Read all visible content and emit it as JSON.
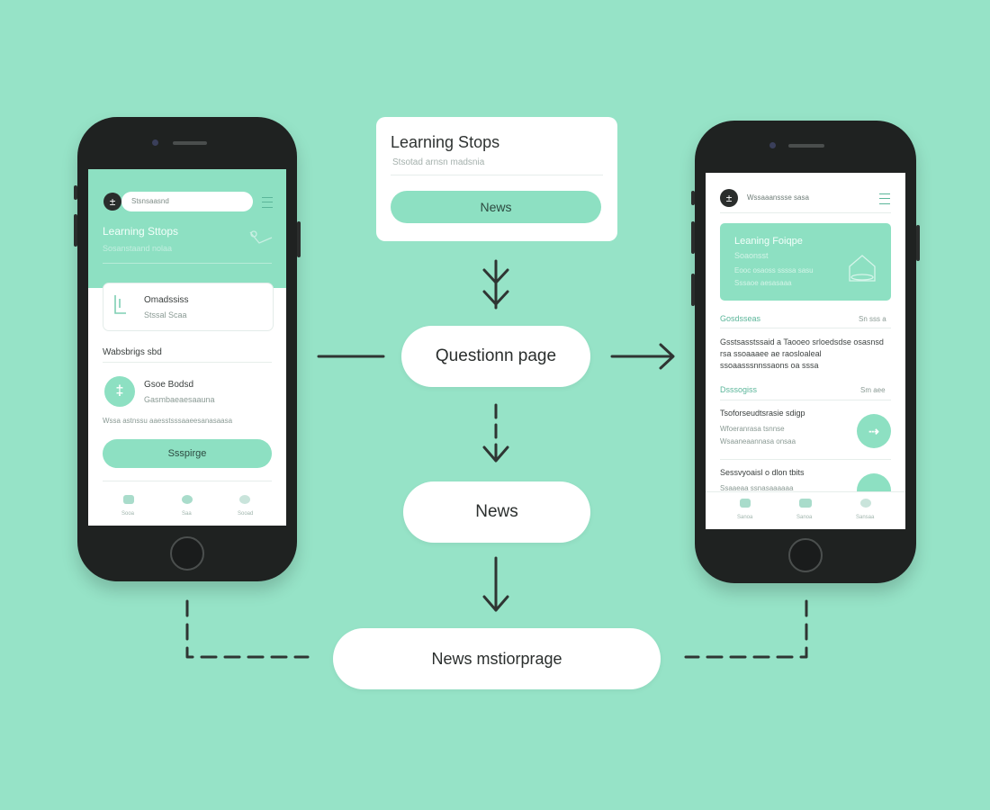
{
  "top_card": {
    "title": "Learning Stops",
    "subtitle": "Stsotad arnsn madsnia",
    "button": "News"
  },
  "flow": {
    "node_question": "Questionn page",
    "node_news": "News",
    "node_bottom": "News mstiorprage"
  },
  "left_phone": {
    "search_text": "Stsnsaasnd",
    "header_title": "Learning Sttops",
    "header_sub": "Sosanstaand nolaa",
    "card_title": "Omadssiss",
    "card_sub": "Stssal Scaa",
    "section_title": "Wabsbrigs sbd",
    "item_title": "Gsoe Bodsd",
    "item_sub": "Gasmbaeaesaauna",
    "item_note": "Wssa astnssu aaesstsssaaeesanasaasa",
    "button": "Ssspirge",
    "nav": [
      "Sooa",
      "Saa",
      "Sooad"
    ]
  },
  "right_phone": {
    "search_text": "Wssaaanssse sasa",
    "banner_title": "Leaning Foiqpe",
    "banner_sub": "Soaonsst",
    "banner_text": "Eooc osaoss ssssa sasu",
    "banner_text2": "Sssaoe aesasaaa",
    "section1_title": "Gosdsseas",
    "section1_right": "Sn sss a",
    "paragraph": "Gsstsasstssaid a Taooeo srloedsdse osasnsd rsa ssoaaaee ae raosloaleal ssoaasssnnssaons oa sssa",
    "section2_title": "Dsssogiss",
    "section2_right": "Sm aee",
    "item1_title": "Tsoforseudtsrasie sdigp",
    "item1_sub1": "Wfoeranrasa tsnnse",
    "item1_sub2": "Wsaaneaannasa onsaa",
    "item2_title": "Sessvyoaisl o dlon tbits",
    "item2_sub": "Ssaaeaa ssnasaaaaaa",
    "nav": [
      "Sanoa",
      "Sanoa",
      "Sansaa"
    ]
  },
  "colors": {
    "background": "#96e3c7",
    "accent": "#8de0c2",
    "accent_dark": "#5bb69a",
    "phone_body": "#1f2221",
    "text": "#2b2f2e"
  }
}
